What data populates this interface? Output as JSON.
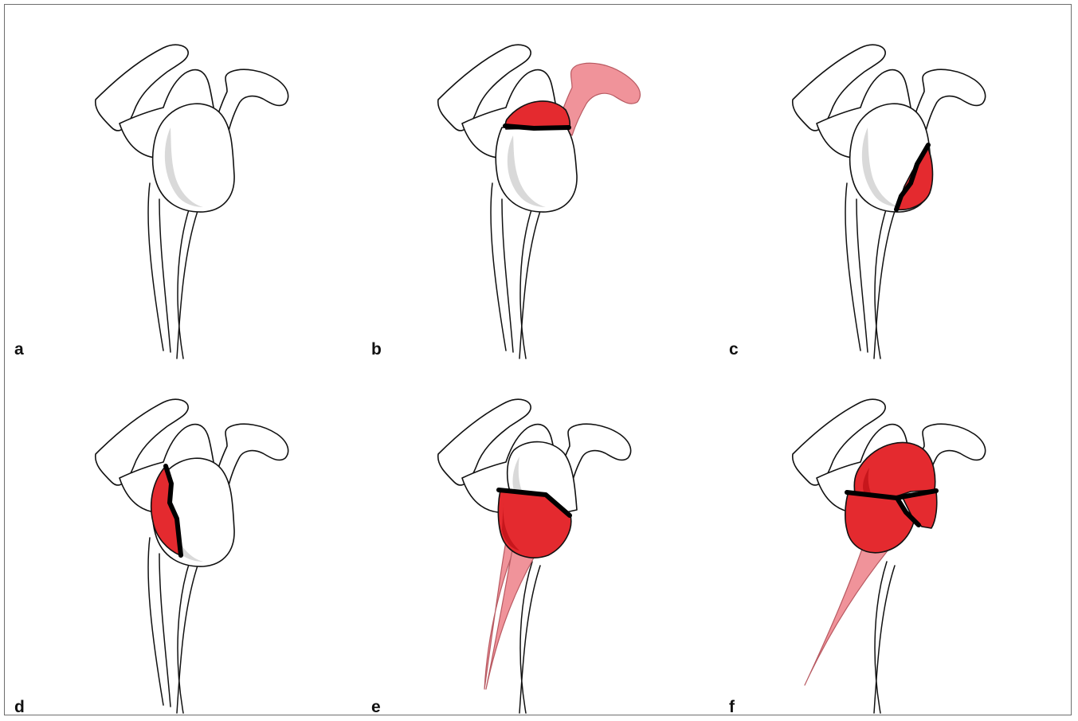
{
  "figure": {
    "panels": [
      {
        "label": "a",
        "variant": "normal"
      },
      {
        "label": "b",
        "variant": "superior-fragment-with-coracoid"
      },
      {
        "label": "c",
        "variant": "anterior-inferior-fragment"
      },
      {
        "label": "d",
        "variant": "posterior-fragment"
      },
      {
        "label": "e",
        "variant": "inferior-fragment-with-scapular-neck"
      },
      {
        "label": "f",
        "variant": "comminuted-glenoid"
      }
    ],
    "colors": {
      "fracture_fragment": "#e42a2f",
      "displaced_bone": "#f0939a",
      "bone_outline": "#111111",
      "bone_fill": "#ffffff",
      "frame": "#6e6e6e"
    }
  }
}
